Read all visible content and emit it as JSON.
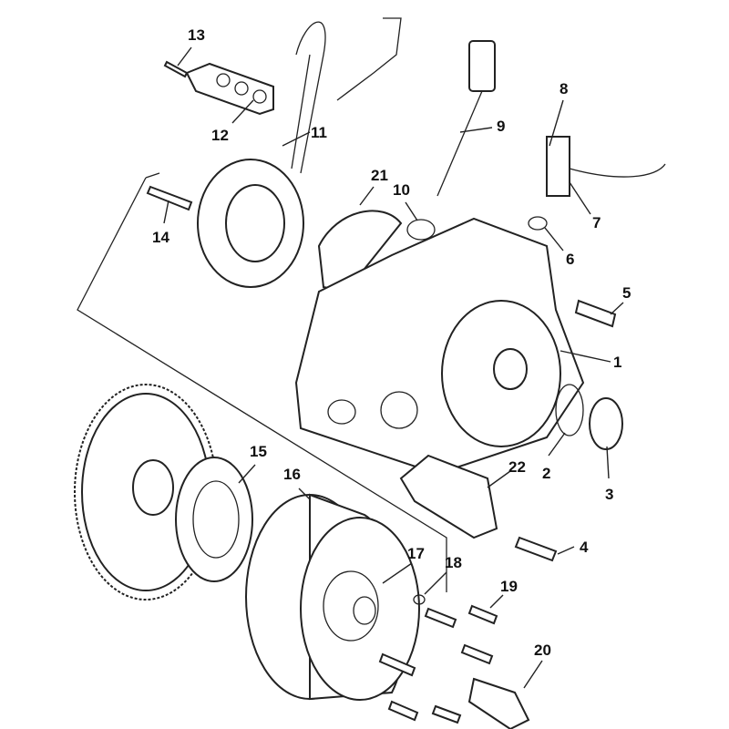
{
  "diagram": {
    "title_hidden": null,
    "callouts": [
      {
        "id": "1",
        "label": "1"
      },
      {
        "id": "2",
        "label": "2"
      },
      {
        "id": "3",
        "label": "3"
      },
      {
        "id": "4",
        "label": "4"
      },
      {
        "id": "5",
        "label": "5"
      },
      {
        "id": "6",
        "label": "6"
      },
      {
        "id": "7",
        "label": "7"
      },
      {
        "id": "8",
        "label": "8"
      },
      {
        "id": "9",
        "label": "9"
      },
      {
        "id": "10",
        "label": "10"
      },
      {
        "id": "11",
        "label": "11"
      },
      {
        "id": "12",
        "label": "12"
      },
      {
        "id": "13",
        "label": "13"
      },
      {
        "id": "14",
        "label": "14"
      },
      {
        "id": "15",
        "label": "15"
      },
      {
        "id": "16",
        "label": "16"
      },
      {
        "id": "17",
        "label": "17"
      },
      {
        "id": "18",
        "label": "18"
      },
      {
        "id": "19",
        "label": "19"
      },
      {
        "id": "20",
        "label": "20"
      },
      {
        "id": "21",
        "label": "21"
      },
      {
        "id": "22",
        "label": "22"
      }
    ]
  }
}
